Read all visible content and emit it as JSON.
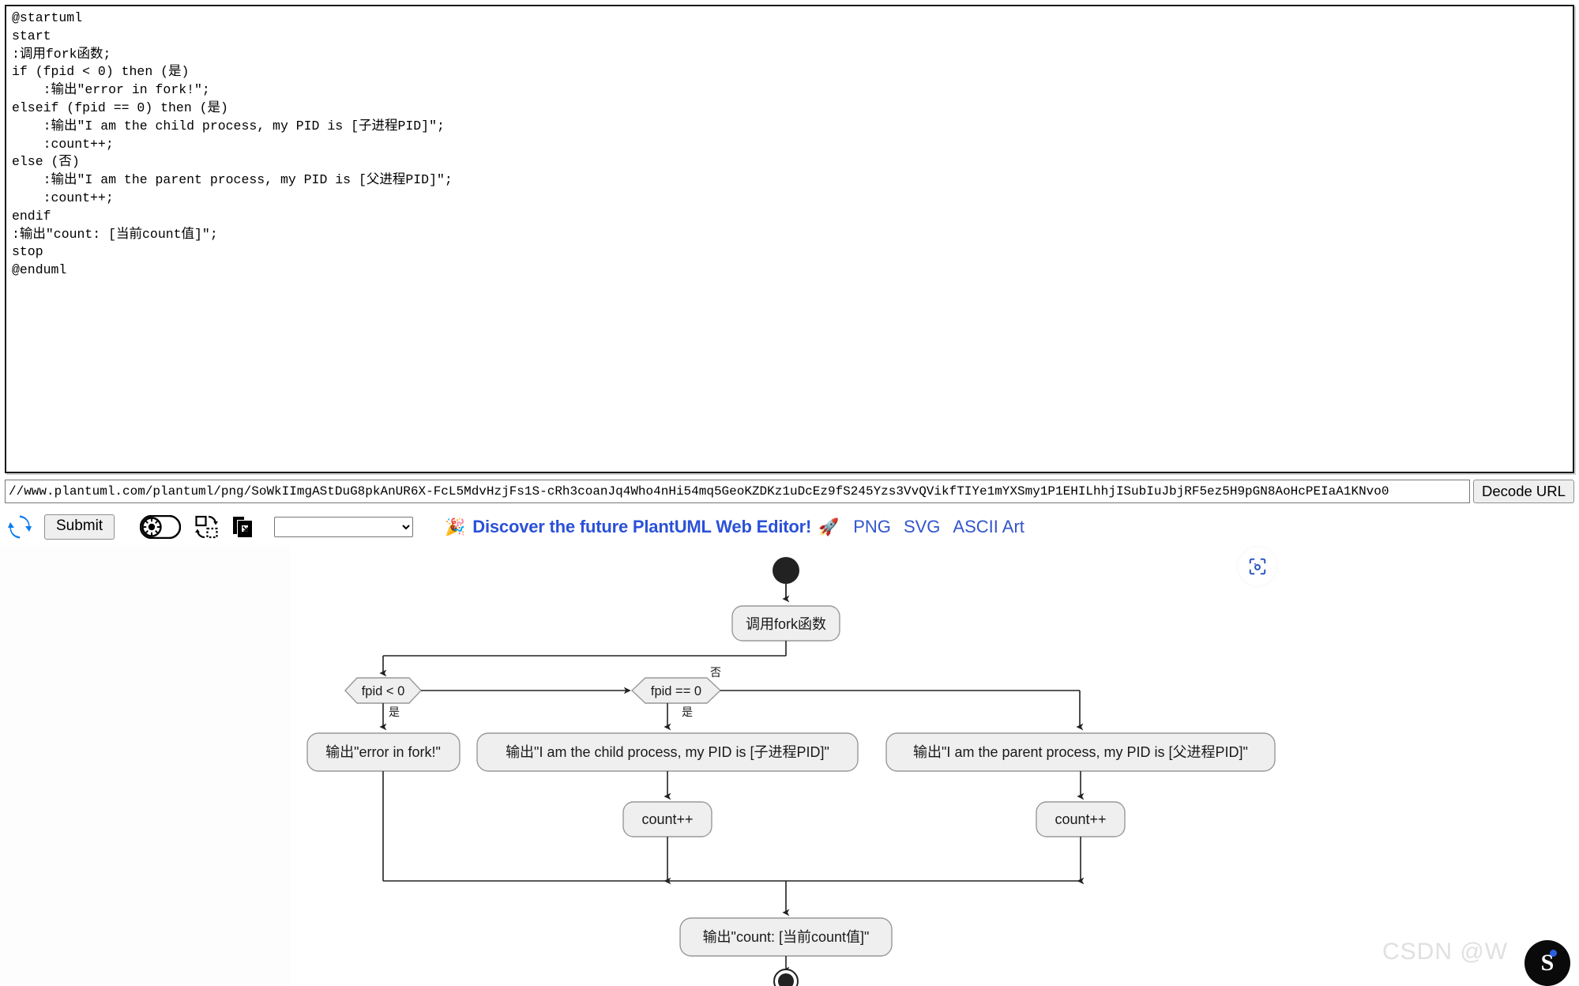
{
  "editor": {
    "source": "@startuml\nstart\n:调用fork函数;\nif (fpid < 0) then (是)\n    :输出\"error in fork!\";\nelseif (fpid == 0) then (是)\n    :输出\"I am the child process, my PID is [子进程PID]\";\n    :count++;\nelse (否)\n    :输出\"I am the parent process, my PID is [父进程PID]\";\n    :count++;\nendif\n:输出\"count: [当前count值]\";\nstop\n@enduml"
  },
  "url_bar": {
    "value": "//www.plantuml.com/plantuml/png/SoWkIImgAStDuG8pkAnUR6X-FcL5MdvHzjFs1S-cRh3coanJq4Who4nHi54mq5GeoKZDKz1uDcEz9fS245Yzs3VvQVikfTIYe1mYXSmy1P1EHILhhjISubIuJbjRF5ez5H9pGN8AoHcPEIaA1KNvo0",
    "decode_label": "Decode URL"
  },
  "toolbar": {
    "refresh_icon": "refresh-icon",
    "submit_label": "Submit",
    "theme_toggle_icon": "theme-toggle-icon",
    "copy_icon": "copy-image-icon",
    "duplicate_icon": "duplicate-icon",
    "select_value": "",
    "select_options": [
      ""
    ],
    "promo_emoji_left": "🎉",
    "promo_text": "Discover the future PlantUML Web Editor!",
    "promo_emoji_right": "🚀",
    "formats": [
      {
        "label": "PNG"
      },
      {
        "label": "SVG"
      },
      {
        "label": "ASCII Art"
      }
    ]
  },
  "diagram": {
    "scan_icon": "scan-focus-icon",
    "nodes": {
      "start": "start-node",
      "fork_call": "调用fork函数",
      "cond_lt": "fpid < 0",
      "cond_eq": "fpid == 0",
      "label_yes_1": "是",
      "label_yes_2": "是",
      "label_no": "否",
      "act_error": "输出\"error in fork!\"",
      "act_child": "输出\"I am the child process, my PID is [子进程PID]\"",
      "act_parent": "输出\"I am the parent process, my PID is [父进程PID]\"",
      "act_count_child": "count++",
      "act_count_parent": "count++",
      "act_print_count": "输出\"count: [当前count值]\"",
      "end": "end-node"
    },
    "colors": {
      "node_fill": "#efefef",
      "node_stroke": "#999999",
      "line": "#222222",
      "start_fill": "#222222"
    }
  },
  "watermark": {
    "text": "CSDN @W",
    "logo_letter": "S"
  }
}
